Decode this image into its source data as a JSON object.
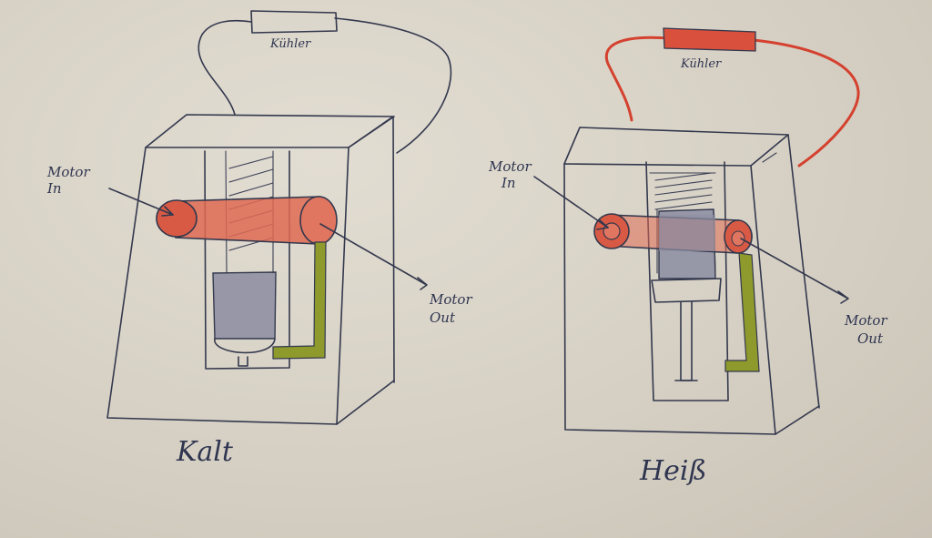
{
  "left": {
    "cooler_label": "Kühler",
    "motor_in_line1": "Motor",
    "motor_in_line2": "In",
    "motor_out_line1": "Motor",
    "motor_out_line2": "Out",
    "caption": "Kalt"
  },
  "right": {
    "cooler_label": "Kühler",
    "motor_in_line1": "Motor",
    "motor_in_line2": "In",
    "motor_out_line1": "Motor",
    "motor_out_line2": "Out",
    "caption": "Heiß"
  },
  "colors": {
    "paper": "#d6d0c4",
    "ink": "#33384d",
    "hose_red": "#d4412f",
    "tube_fill": "#df6a52",
    "actuator_grey": "#8f90a3",
    "return_green": "#8f9a2c"
  }
}
